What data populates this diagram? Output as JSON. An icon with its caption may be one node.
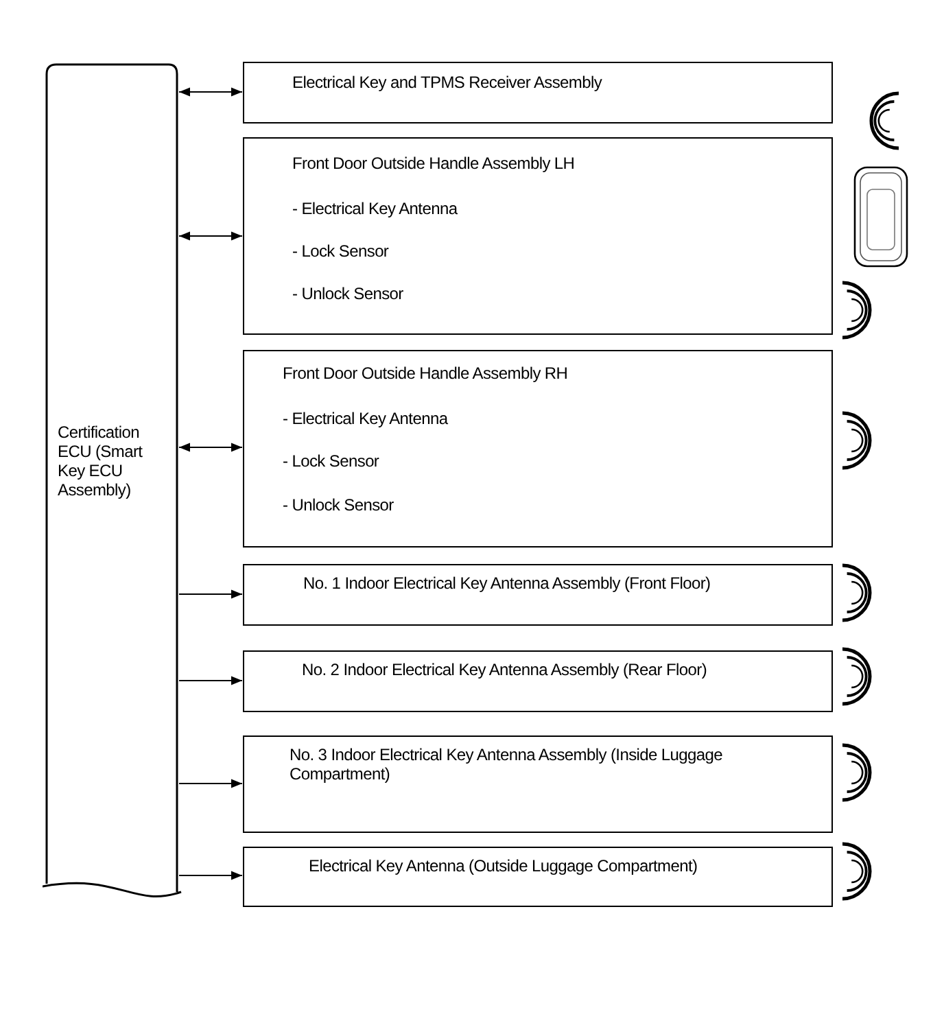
{
  "diagram": {
    "nodes": [
      {
        "text": [
          "Certification ECU (Smart Key ECU Assembly)"
        ]
      },
      {
        "text": [
          "Electrical Key and TPMS Receiver Assembly"
        ]
      },
      {
        "text": [
          "Front Door Outside Handle Assembly LH",
          "- Electrical Key Antenna",
          "- Lock Sensor",
          "- Unlock Sensor"
        ]
      },
      {
        "text": [
          "Front Door Outside Handle Assembly RH",
          "- Electrical Key Antenna",
          "- Lock Sensor",
          "- Unlock Sensor"
        ]
      },
      {
        "text": [
          "No. 1 Indoor Electrical Key Antenna Assembly (Front Floor)"
        ]
      },
      {
        "text": [
          "No. 2 Indoor Electrical Key Antenna Assembly (Rear Floor)"
        ]
      },
      {
        "text": [
          "No. 3 Indoor Electrical Key Antenna Assembly (Inside Luggage Compartment)"
        ]
      },
      {
        "text": [
          "Electrical Key Antenna (Outside Luggage Compartment)"
        ]
      }
    ],
    "edges": [
      {
        "from": 0,
        "to": 1,
        "arrow": "both"
      },
      {
        "from": 0,
        "to": 2,
        "arrow": "both"
      },
      {
        "from": 0,
        "to": 3,
        "arrow": "both"
      },
      {
        "from": 0,
        "to": 4,
        "arrow": "to"
      },
      {
        "from": 0,
        "to": 5,
        "arrow": "to"
      },
      {
        "from": 0,
        "to": 6,
        "arrow": "to"
      },
      {
        "from": 0,
        "to": 7,
        "arrow": "to"
      }
    ]
  }
}
